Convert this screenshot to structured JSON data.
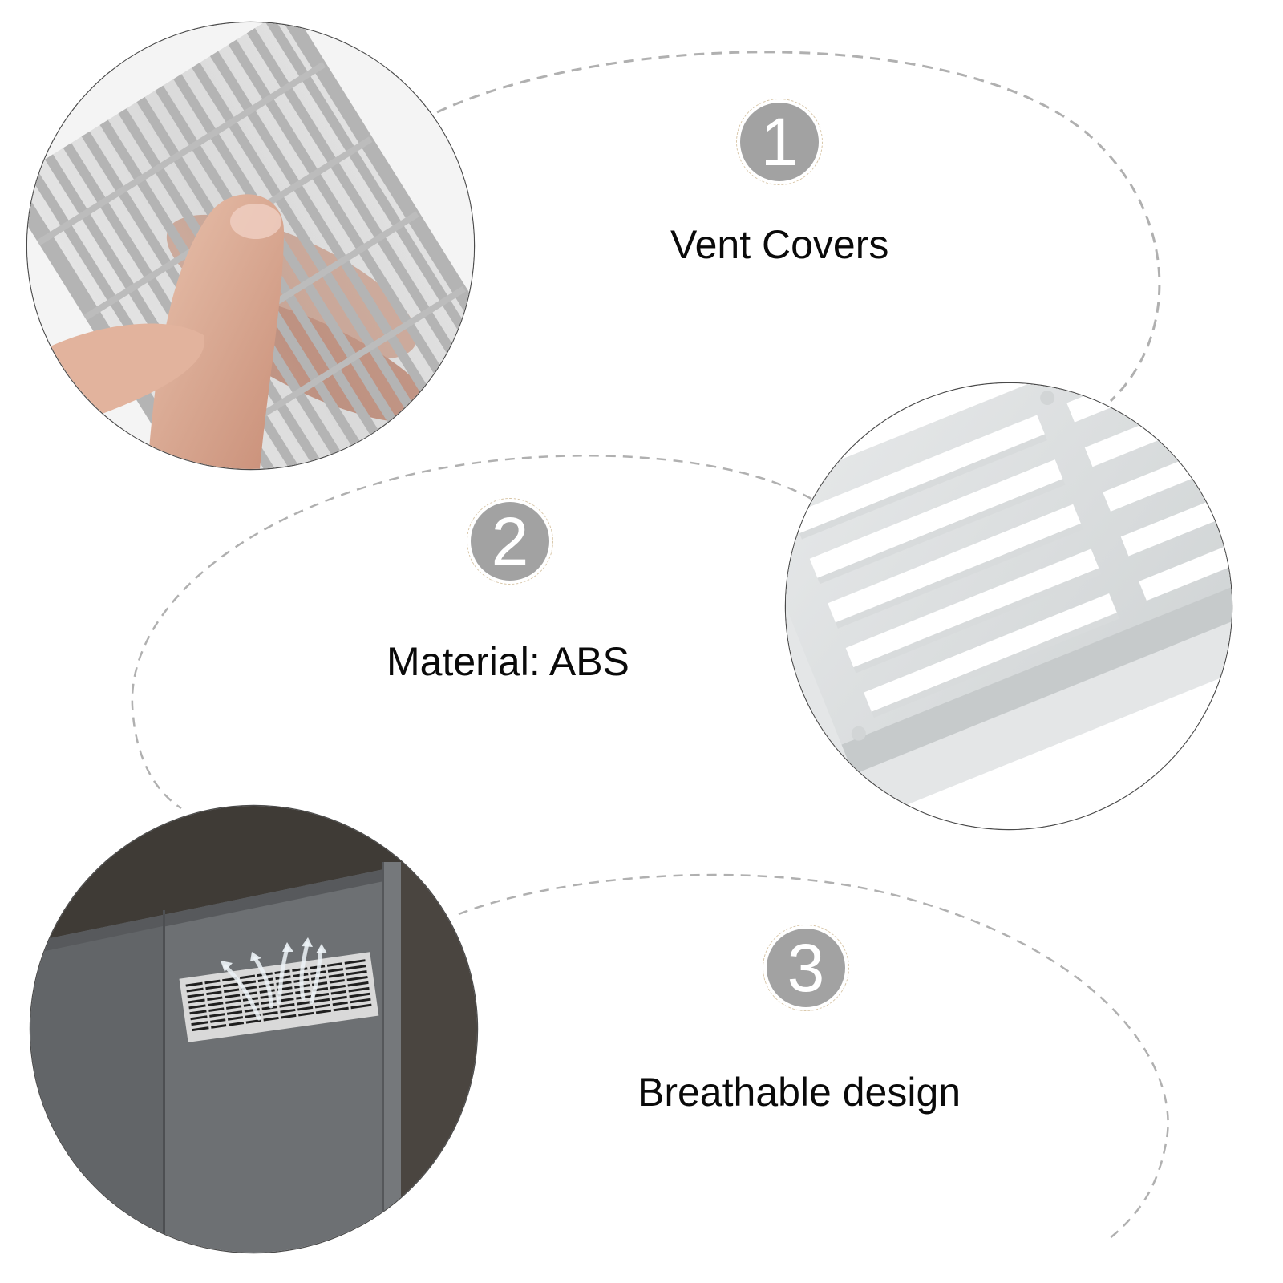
{
  "features": [
    {
      "number": "1",
      "label": "Vent Covers"
    },
    {
      "number": "2",
      "label": "Material: ABS"
    },
    {
      "number": "3",
      "label": "Breathable design"
    }
  ],
  "photos": [
    {
      "subject": "hand holding silver vent grille"
    },
    {
      "subject": "close-up of vent cover corner"
    },
    {
      "subject": "vent installed on gray cabinet with airflow arrows"
    }
  ],
  "colors": {
    "badge_fill": "#a2a2a2",
    "badge_ring": "#d8c6a8",
    "dashed_curve": "#b0b0b0",
    "text": "#0a0a0a",
    "background": "#ffffff"
  }
}
